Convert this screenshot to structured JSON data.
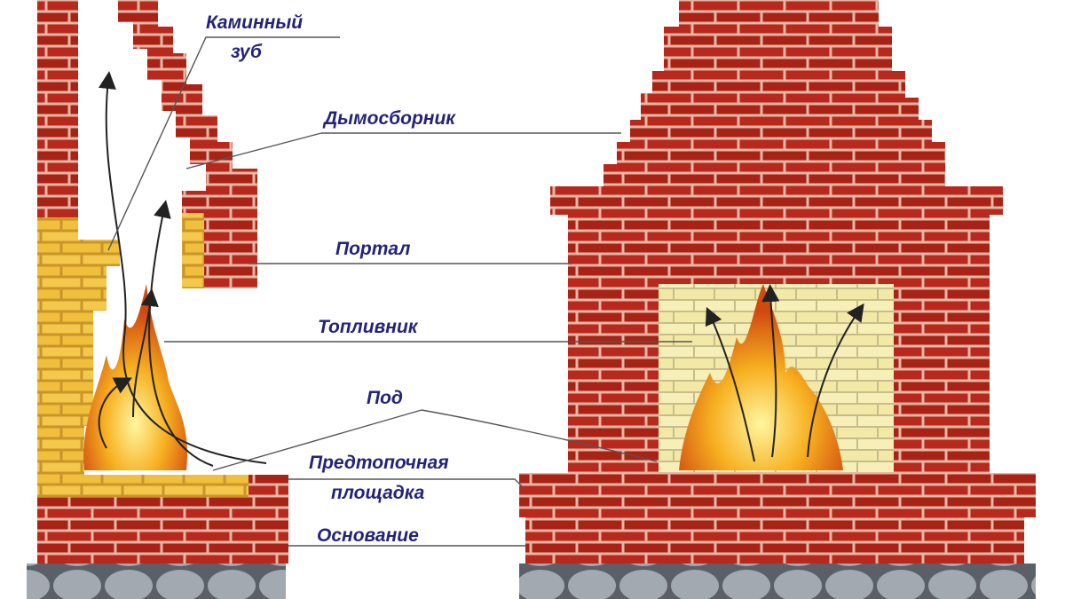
{
  "title": "Устройство камина",
  "labels": {
    "tooth_line1": "Каминный",
    "tooth_line2": "зуб",
    "smoke_collector": "Дымосборник",
    "portal": "Портал",
    "firebox": "Топливник",
    "hearth_floor": "Под",
    "pre_hearth_line1": "Предтопочная",
    "pre_hearth_line2": "площадка",
    "base": "Основание"
  },
  "colors": {
    "brick": "#b8281c",
    "mortar": "#e7b9a8",
    "firebrick": "#f2c84a",
    "label": "#23237a",
    "stone": "#9aa0a8"
  }
}
